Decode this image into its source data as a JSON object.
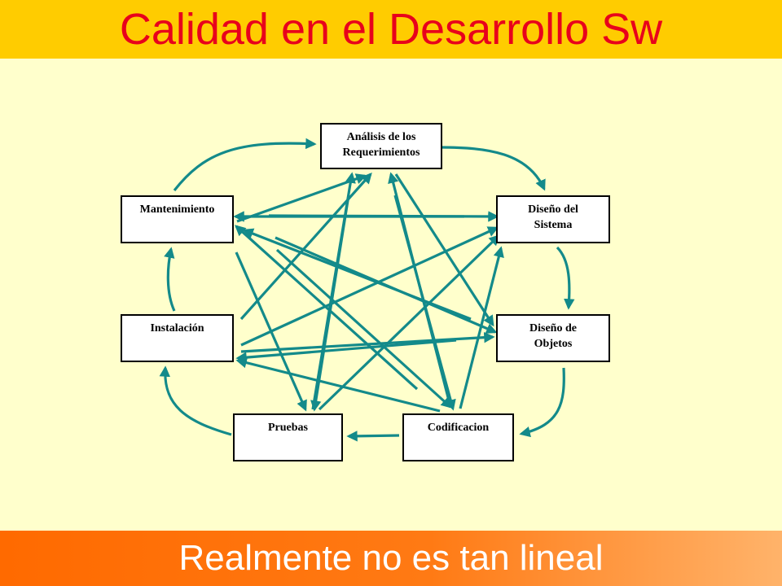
{
  "slide": {
    "title": "Calidad en el Desarrollo Sw",
    "footer": "Realmente no es tan lineal",
    "colors": {
      "background": "#FFFFCC",
      "title_bar": "#FFCC00",
      "title_text": "#E8001C",
      "footer_bar": "#FF6A00",
      "footer_text": "#FFFFFF",
      "arrow": "#138A8A"
    }
  },
  "diagram": {
    "nodes": [
      {
        "id": "analisis",
        "lines": [
          "Análisis de los",
          "Requerimientos"
        ]
      },
      {
        "id": "diseno_sistema",
        "lines": [
          "Diseño del",
          "Sistema"
        ]
      },
      {
        "id": "diseno_objetos",
        "lines": [
          "Diseño de",
          "Objetos"
        ]
      },
      {
        "id": "codificacion",
        "lines": [
          "Codificacion"
        ]
      },
      {
        "id": "pruebas",
        "lines": [
          "Pruebas"
        ]
      },
      {
        "id": "instalacion",
        "lines": [
          "Instalación"
        ]
      },
      {
        "id": "mantenimiento",
        "lines": [
          "Mantenimiento"
        ]
      }
    ],
    "cycle_edges": [
      {
        "from": "analisis",
        "to": "diseno_sistema"
      },
      {
        "from": "diseno_sistema",
        "to": "diseno_objetos"
      },
      {
        "from": "diseno_objetos",
        "to": "codificacion"
      },
      {
        "from": "codificacion",
        "to": "pruebas"
      },
      {
        "from": "pruebas",
        "to": "instalacion"
      },
      {
        "from": "instalacion",
        "to": "mantenimiento"
      },
      {
        "from": "mantenimiento",
        "to": "analisis"
      }
    ],
    "cross_edges": [
      {
        "from": "mantenimiento",
        "to": "analisis"
      },
      {
        "from": "mantenimiento",
        "to": "diseno_sistema"
      },
      {
        "from": "diseno_sistema",
        "to": "mantenimiento"
      },
      {
        "from": "mantenimiento",
        "to": "diseno_objetos"
      },
      {
        "from": "diseno_objetos",
        "to": "mantenimiento"
      },
      {
        "from": "mantenimiento",
        "to": "codificacion"
      },
      {
        "from": "codificacion",
        "to": "mantenimiento"
      },
      {
        "from": "mantenimiento",
        "to": "pruebas"
      },
      {
        "from": "instalacion",
        "to": "analisis"
      },
      {
        "from": "instalacion",
        "to": "diseno_sistema"
      },
      {
        "from": "instalacion",
        "to": "diseno_objetos"
      },
      {
        "from": "diseno_objetos",
        "to": "instalacion"
      },
      {
        "from": "codificacion",
        "to": "instalacion"
      },
      {
        "from": "pruebas",
        "to": "analisis"
      },
      {
        "from": "analisis",
        "to": "pruebas"
      },
      {
        "from": "pruebas",
        "to": "diseno_sistema"
      },
      {
        "from": "codificacion",
        "to": "analisis"
      },
      {
        "from": "analisis",
        "to": "codificacion"
      },
      {
        "from": "analisis",
        "to": "diseno_objetos"
      },
      {
        "from": "codificacion",
        "to": "diseno_sistema"
      }
    ]
  }
}
